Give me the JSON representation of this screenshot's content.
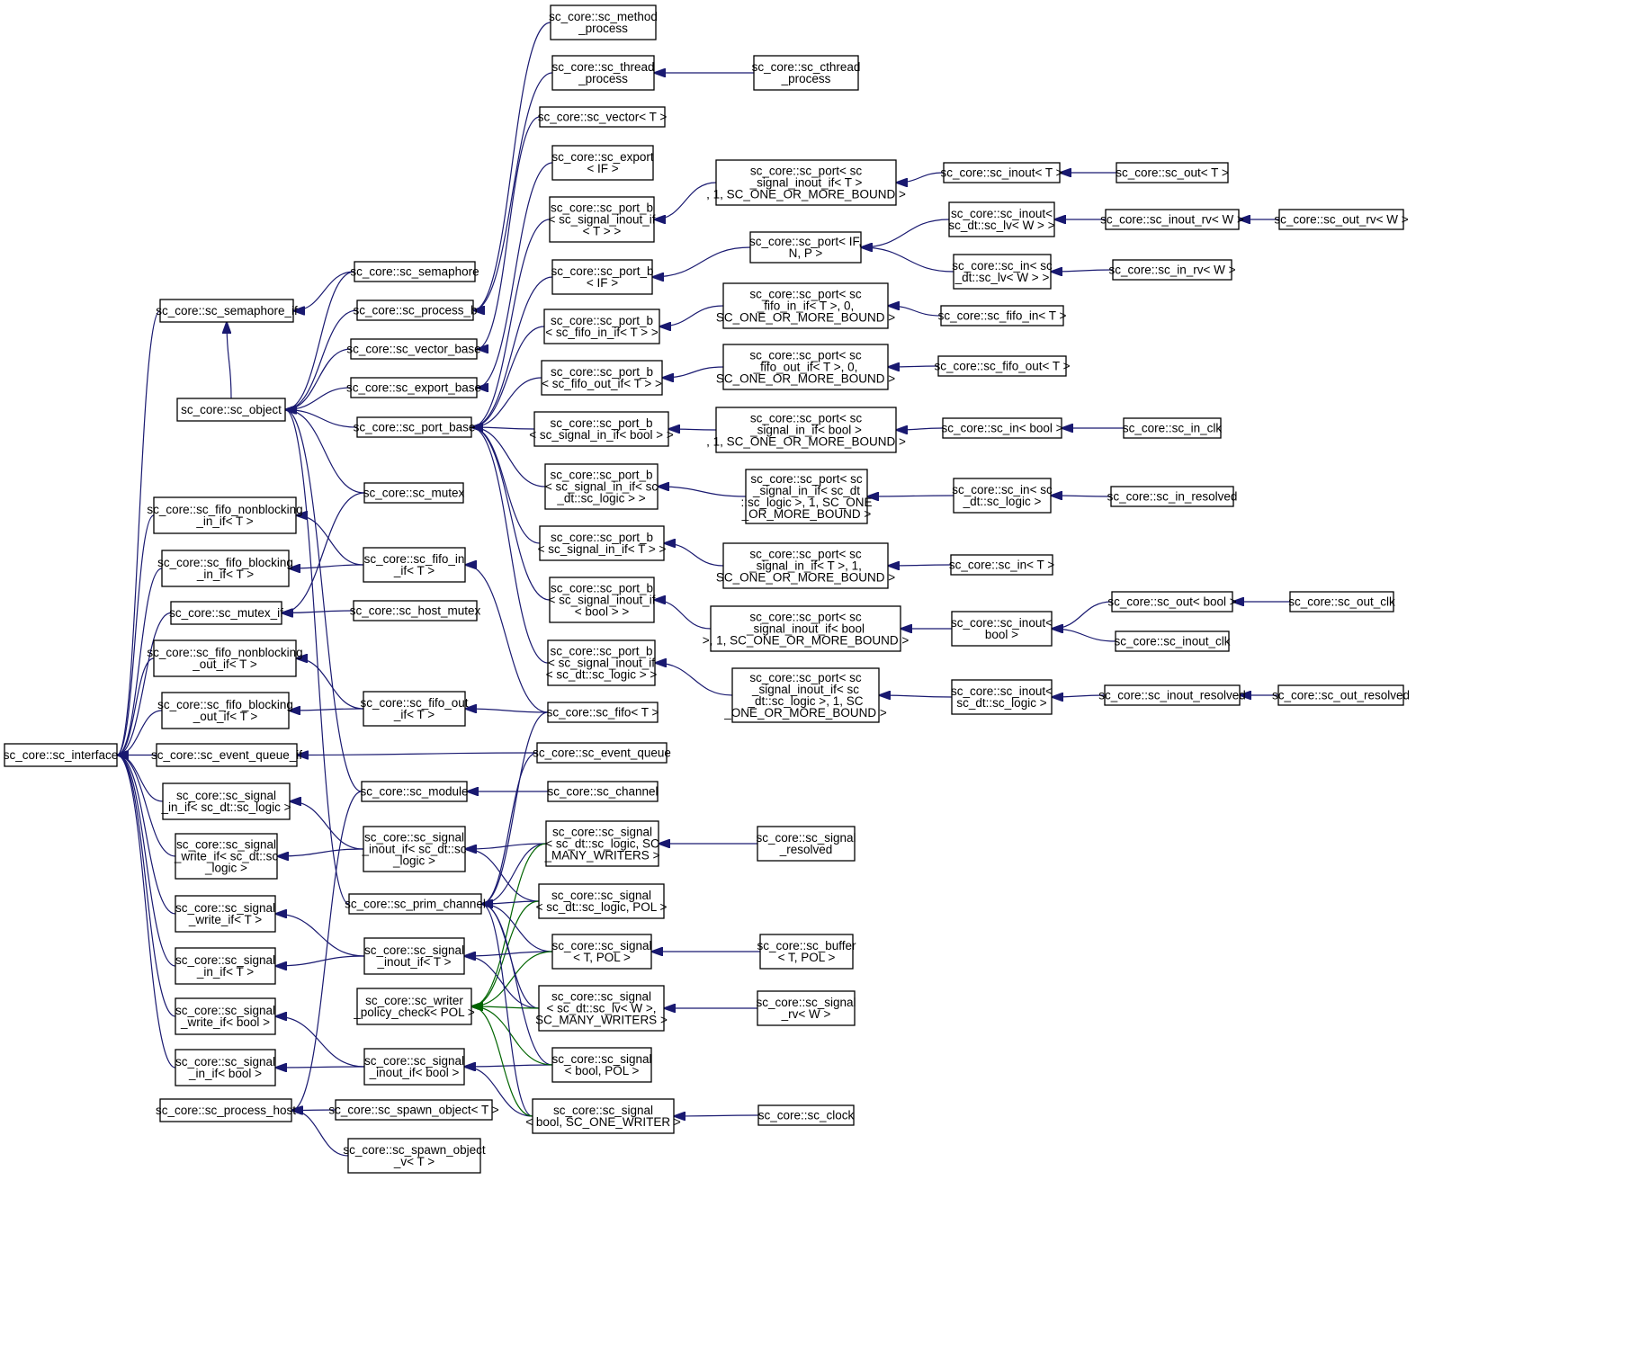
{
  "colors": {
    "inherit": "#191970",
    "template": "#006400",
    "box_stroke": "#000000",
    "text": "#000000"
  },
  "nodes": {
    "iface": [
      "sc_core::sc_interface"
    ],
    "sem_if": [
      "sc_core::sc_semaphore_if"
    ],
    "object": [
      "sc_core::sc_object"
    ],
    "fifo_nb_in_if": [
      "sc_core::sc_fifo_nonblocking",
      "_in_if< T >"
    ],
    "fifo_b_in_if": [
      "sc_core::sc_fifo_blocking",
      "_in_if< T >"
    ],
    "mutex_if": [
      "sc_core::sc_mutex_if"
    ],
    "fifo_nb_out_if": [
      "sc_core::sc_fifo_nonblocking",
      "_out_if< T >"
    ],
    "fifo_b_out_if": [
      "sc_core::sc_fifo_blocking",
      "_out_if< T >"
    ],
    "event_queue_if": [
      "sc_core::sc_event_queue_if"
    ],
    "sig_in_if_logic": [
      "sc_core::sc_signal",
      "_in_if< sc_dt::sc_logic >"
    ],
    "sig_write_if_logic": [
      "sc_core::sc_signal",
      "_write_if< sc_dt::sc",
      "_logic >"
    ],
    "sig_write_if_T": [
      "sc_core::sc_signal",
      "_write_if< T >"
    ],
    "sig_in_if_T": [
      "sc_core::sc_signal",
      "_in_if< T >"
    ],
    "sig_write_if_bool": [
      "sc_core::sc_signal",
      "_write_if< bool >"
    ],
    "sig_in_if_bool": [
      "sc_core::sc_signal",
      "_in_if< bool >"
    ],
    "process_host": [
      "sc_core::sc_process_host"
    ],
    "semaphore": [
      "sc_core::sc_semaphore"
    ],
    "process_b": [
      "sc_core::sc_process_b"
    ],
    "vector_base": [
      "sc_core::sc_vector_base"
    ],
    "export_base": [
      "sc_core::sc_export_base"
    ],
    "port_base": [
      "sc_core::sc_port_base"
    ],
    "mutex": [
      "sc_core::sc_mutex"
    ],
    "fifo_in_if": [
      "sc_core::sc_fifo_in",
      "_if< T >"
    ],
    "host_mutex": [
      "sc_core::sc_host_mutex"
    ],
    "fifo_out_if": [
      "sc_core::sc_fifo_out",
      "_if< T >"
    ],
    "module": [
      "sc_core::sc_module"
    ],
    "sig_inout_if_logic": [
      "sc_core::sc_signal",
      "_inout_if< sc_dt::sc",
      "_logic >"
    ],
    "prim_channel": [
      "sc_core::sc_prim_channel"
    ],
    "sig_inout_if_T": [
      "sc_core::sc_signal",
      "_inout_if< T >"
    ],
    "writer_policy": [
      "sc_core::sc_writer",
      "_policy_check< POL >"
    ],
    "sig_inout_if_bool": [
      "sc_core::sc_signal",
      "_inout_if< bool >"
    ],
    "spawn_object": [
      "sc_core::sc_spawn_object< T >"
    ],
    "spawn_object_v": [
      "sc_core::sc_spawn_object",
      "_v< T >"
    ],
    "method_process": [
      "sc_core::sc_method",
      "_process"
    ],
    "thread_process": [
      "sc_core::sc_thread",
      "_process"
    ],
    "vector": [
      "sc_core::sc_vector< T >"
    ],
    "export": [
      "sc_core::sc_export",
      "< IF >"
    ],
    "port_b_sig_inout_T": [
      "sc_core::sc_port_b",
      "< sc_signal_inout_if",
      "< T > >"
    ],
    "port_b_IF": [
      "sc_core::sc_port_b",
      "< IF >"
    ],
    "port_b_fifo_in": [
      "sc_core::sc_port_b",
      "< sc_fifo_in_if< T > >"
    ],
    "port_b_fifo_out": [
      "sc_core::sc_port_b",
      "< sc_fifo_out_if< T > >"
    ],
    "port_b_sig_in_bool": [
      "sc_core::sc_port_b",
      "< sc_signal_in_if< bool > >"
    ],
    "port_b_sig_in_logic": [
      "sc_core::sc_port_b",
      "< sc_signal_in_if< sc",
      "_dt::sc_logic > >"
    ],
    "port_b_sig_in_T": [
      "sc_core::sc_port_b",
      "< sc_signal_in_if< T > >"
    ],
    "port_b_sig_inout_bool": [
      "sc_core::sc_port_b",
      "< sc_signal_inout_if",
      "< bool > >"
    ],
    "port_b_sig_inout_logic": [
      "sc_core::sc_port_b",
      "< sc_signal_inout_if",
      "< sc_dt::sc_logic > >"
    ],
    "fifo": [
      "sc_core::sc_fifo< T >"
    ],
    "event_queue": [
      "sc_core::sc_event_queue"
    ],
    "channel": [
      "sc_core::sc_channel"
    ],
    "signal_logic_many": [
      "sc_core::sc_signal",
      "< sc_dt::sc_logic, SC",
      "_MANY_WRITERS >"
    ],
    "signal_logic_pol": [
      "sc_core::sc_signal",
      "< sc_dt::sc_logic, POL >"
    ],
    "signal_T_pol": [
      "sc_core::sc_signal",
      "< T, POL >"
    ],
    "signal_lv_many": [
      "sc_core::sc_signal",
      "< sc_dt::sc_lv< W >,",
      "SC_MANY_WRITERS >"
    ],
    "signal_bool_pol": [
      "sc_core::sc_signal",
      "< bool, POL >"
    ],
    "signal_bool_one": [
      "sc_core::sc_signal",
      "< bool, SC_ONE_WRITER >"
    ],
    "cthread_process": [
      "sc_core::sc_cthread",
      "_process"
    ],
    "port_sig_inout_T": [
      "sc_core::sc_port< sc",
      "_signal_inout_if< T >",
      ", 1, SC_ONE_OR_MORE_BOUND >"
    ],
    "port_IF": [
      "sc_core::sc_port< IF,",
      "N, P >"
    ],
    "port_fifo_in": [
      "sc_core::sc_port< sc",
      "_fifo_in_if< T >, 0,",
      "SC_ONE_OR_MORE_BOUND >"
    ],
    "port_fifo_out": [
      "sc_core::sc_port< sc",
      "_fifo_out_if< T >, 0,",
      "SC_ONE_OR_MORE_BOUND >"
    ],
    "port_sig_in_bool": [
      "sc_core::sc_port< sc",
      "_signal_in_if< bool >",
      ", 1, SC_ONE_OR_MORE_BOUND >"
    ],
    "port_sig_in_logic": [
      "sc_core::sc_port< sc",
      "_signal_in_if< sc_dt",
      "::sc_logic >, 1, SC_ONE",
      "_OR_MORE_BOUND >"
    ],
    "port_sig_in_T": [
      "sc_core::sc_port< sc",
      "_signal_in_if< T >, 1,",
      "SC_ONE_OR_MORE_BOUND >"
    ],
    "port_sig_inout_bool": [
      "sc_core::sc_port< sc",
      "_signal_inout_if< bool",
      ">, 1, SC_ONE_OR_MORE_BOUND >"
    ],
    "port_sig_inout_logic": [
      "sc_core::sc_port< sc",
      "_signal_inout_if< sc",
      "_dt::sc_logic >, 1, SC",
      "_ONE_OR_MORE_BOUND >"
    ],
    "signal_resolved": [
      "sc_core::sc_signal",
      "_resolved"
    ],
    "buffer": [
      "sc_core::sc_buffer",
      "< T, POL >"
    ],
    "signal_rv": [
      "sc_core::sc_signal",
      "_rv< W >"
    ],
    "clock": [
      "sc_core::sc_clock"
    ],
    "inout_T": [
      "sc_core::sc_inout< T >"
    ],
    "inout_lv": [
      "sc_core::sc_inout<",
      "sc_dt::sc_lv< W > >"
    ],
    "in_lv": [
      "sc_core::sc_in< sc",
      "_dt::sc_lv< W > >"
    ],
    "fifo_in": [
      "sc_core::sc_fifo_in< T >"
    ],
    "fifo_out": [
      "sc_core::sc_fifo_out< T >"
    ],
    "in_bool": [
      "sc_core::sc_in< bool >"
    ],
    "in_logic": [
      "sc_core::sc_in< sc",
      "_dt::sc_logic >"
    ],
    "in_T": [
      "sc_core::sc_in< T >"
    ],
    "inout_bool": [
      "sc_core::sc_inout<",
      "bool >"
    ],
    "inout_logic": [
      "sc_core::sc_inout<",
      "sc_dt::sc_logic >"
    ],
    "out_T": [
      "sc_core::sc_out< T >"
    ],
    "inout_rv": [
      "sc_core::sc_inout_rv< W >"
    ],
    "in_rv": [
      "sc_core::sc_in_rv< W >"
    ],
    "in_clk": [
      "sc_core::sc_in_clk"
    ],
    "in_resolved": [
      "sc_core::sc_in_resolved"
    ],
    "out_bool": [
      "sc_core::sc_out< bool >"
    ],
    "inout_clk": [
      "sc_core::sc_inout_clk"
    ],
    "inout_resolved": [
      "sc_core::sc_inout_resolved"
    ],
    "out_rv": [
      "sc_core::sc_out_rv< W >"
    ],
    "out_clk": [
      "sc_core::sc_out_clk"
    ],
    "out_resolved": [
      "sc_core::sc_out_resolved"
    ]
  },
  "edges": [
    [
      "sem_if",
      "iface",
      "i"
    ],
    [
      "object",
      "sem_if",
      "i"
    ],
    [
      "fifo_nb_in_if",
      "iface",
      "i"
    ],
    [
      "fifo_b_in_if",
      "iface",
      "i"
    ],
    [
      "mutex_if",
      "iface",
      "i"
    ],
    [
      "fifo_nb_out_if",
      "iface",
      "i"
    ],
    [
      "fifo_b_out_if",
      "iface",
      "i"
    ],
    [
      "event_queue_if",
      "iface",
      "i"
    ],
    [
      "sig_in_if_logic",
      "iface",
      "i"
    ],
    [
      "sig_write_if_logic",
      "iface",
      "i"
    ],
    [
      "sig_write_if_T",
      "iface",
      "i"
    ],
    [
      "sig_in_if_T",
      "iface",
      "i"
    ],
    [
      "sig_write_if_bool",
      "iface",
      "i"
    ],
    [
      "sig_in_if_bool",
      "iface",
      "i"
    ],
    [
      "semaphore",
      "sem_if",
      "i"
    ],
    [
      "semaphore",
      "object",
      "i"
    ],
    [
      "process_b",
      "object",
      "i"
    ],
    [
      "vector_base",
      "object",
      "i"
    ],
    [
      "export_base",
      "object",
      "i"
    ],
    [
      "port_base",
      "object",
      "i"
    ],
    [
      "mutex",
      "object",
      "i"
    ],
    [
      "module",
      "object",
      "i"
    ],
    [
      "prim_channel",
      "object",
      "i"
    ],
    [
      "mutex",
      "mutex_if",
      "i"
    ],
    [
      "host_mutex",
      "mutex_if",
      "i"
    ],
    [
      "fifo_in_if",
      "fifo_nb_in_if",
      "i"
    ],
    [
      "fifo_in_if",
      "fifo_b_in_if",
      "i"
    ],
    [
      "fifo_out_if",
      "fifo_nb_out_if",
      "i"
    ],
    [
      "fifo_out_if",
      "fifo_b_out_if",
      "i"
    ],
    [
      "event_queue",
      "event_queue_if",
      "i"
    ],
    [
      "event_queue",
      "prim_channel",
      "i"
    ],
    [
      "sig_inout_if_logic",
      "sig_in_if_logic",
      "i"
    ],
    [
      "sig_inout_if_logic",
      "sig_write_if_logic",
      "i"
    ],
    [
      "sig_inout_if_T",
      "sig_write_if_T",
      "i"
    ],
    [
      "sig_inout_if_T",
      "sig_in_if_T",
      "i"
    ],
    [
      "sig_inout_if_bool",
      "sig_write_if_bool",
      "i"
    ],
    [
      "sig_inout_if_bool",
      "sig_in_if_bool",
      "i"
    ],
    [
      "module",
      "process_host",
      "i"
    ],
    [
      "spawn_object",
      "process_host",
      "i"
    ],
    [
      "spawn_object_v",
      "process_host",
      "i"
    ],
    [
      "method_process",
      "process_b",
      "i"
    ],
    [
      "thread_process",
      "process_b",
      "i"
    ],
    [
      "cthread_process",
      "thread_process",
      "i"
    ],
    [
      "vector",
      "vector_base",
      "i"
    ],
    [
      "export",
      "export_base",
      "i"
    ],
    [
      "port_b_sig_inout_T",
      "port_base",
      "i"
    ],
    [
      "port_b_IF",
      "port_base",
      "i"
    ],
    [
      "port_b_fifo_in",
      "port_base",
      "i"
    ],
    [
      "port_b_fifo_out",
      "port_base",
      "i"
    ],
    [
      "port_b_sig_in_bool",
      "port_base",
      "i"
    ],
    [
      "port_b_sig_in_logic",
      "port_base",
      "i"
    ],
    [
      "port_b_sig_in_T",
      "port_base",
      "i"
    ],
    [
      "port_b_sig_inout_bool",
      "port_base",
      "i"
    ],
    [
      "port_b_sig_inout_logic",
      "port_base",
      "i"
    ],
    [
      "fifo",
      "fifo_in_if",
      "i"
    ],
    [
      "fifo",
      "fifo_out_if",
      "i"
    ],
    [
      "fifo",
      "prim_channel",
      "i"
    ],
    [
      "channel",
      "module",
      "i"
    ],
    [
      "signal_logic_many",
      "sig_inout_if_logic",
      "i"
    ],
    [
      "signal_logic_many",
      "prim_channel",
      "i"
    ],
    [
      "signal_logic_many",
      "writer_policy",
      "t"
    ],
    [
      "signal_logic_pol",
      "sig_inout_if_logic",
      "i"
    ],
    [
      "signal_logic_pol",
      "prim_channel",
      "i"
    ],
    [
      "signal_logic_pol",
      "writer_policy",
      "t"
    ],
    [
      "signal_T_pol",
      "sig_inout_if_T",
      "i"
    ],
    [
      "signal_T_pol",
      "prim_channel",
      "i"
    ],
    [
      "signal_T_pol",
      "writer_policy",
      "t"
    ],
    [
      "signal_lv_many",
      "sig_inout_if_T",
      "i"
    ],
    [
      "signal_lv_many",
      "prim_channel",
      "i"
    ],
    [
      "signal_lv_many",
      "writer_policy",
      "t"
    ],
    [
      "signal_bool_pol",
      "sig_inout_if_bool",
      "i"
    ],
    [
      "signal_bool_pol",
      "prim_channel",
      "i"
    ],
    [
      "signal_bool_pol",
      "writer_policy",
      "t"
    ],
    [
      "signal_bool_one",
      "sig_inout_if_bool",
      "i"
    ],
    [
      "signal_bool_one",
      "prim_channel",
      "i"
    ],
    [
      "signal_bool_one",
      "writer_policy",
      "t"
    ],
    [
      "port_sig_inout_T",
      "port_b_sig_inout_T",
      "i"
    ],
    [
      "port_IF",
      "port_b_IF",
      "i"
    ],
    [
      "port_fifo_in",
      "port_b_fifo_in",
      "i"
    ],
    [
      "port_fifo_out",
      "port_b_fifo_out",
      "i"
    ],
    [
      "port_sig_in_bool",
      "port_b_sig_in_bool",
      "i"
    ],
    [
      "port_sig_in_logic",
      "port_b_sig_in_logic",
      "i"
    ],
    [
      "port_sig_in_T",
      "port_b_sig_in_T",
      "i"
    ],
    [
      "port_sig_inout_bool",
      "port_b_sig_inout_bool",
      "i"
    ],
    [
      "port_sig_inout_logic",
      "port_b_sig_inout_logic",
      "i"
    ],
    [
      "signal_resolved",
      "signal_logic_many",
      "i"
    ],
    [
      "buffer",
      "signal_T_pol",
      "i"
    ],
    [
      "signal_rv",
      "signal_lv_many",
      "i"
    ],
    [
      "clock",
      "signal_bool_one",
      "i"
    ],
    [
      "inout_T",
      "port_sig_inout_T",
      "i"
    ],
    [
      "inout_lv",
      "port_IF",
      "i"
    ],
    [
      "in_lv",
      "port_IF",
      "i"
    ],
    [
      "fifo_in",
      "port_fifo_in",
      "i"
    ],
    [
      "fifo_out",
      "port_fifo_out",
      "i"
    ],
    [
      "in_bool",
      "port_sig_in_bool",
      "i"
    ],
    [
      "in_logic",
      "port_sig_in_logic",
      "i"
    ],
    [
      "in_T",
      "port_sig_in_T",
      "i"
    ],
    [
      "inout_bool",
      "port_sig_inout_bool",
      "i"
    ],
    [
      "inout_logic",
      "port_sig_inout_logic",
      "i"
    ],
    [
      "out_T",
      "inout_T",
      "i"
    ],
    [
      "inout_rv",
      "inout_lv",
      "i"
    ],
    [
      "in_rv",
      "in_lv",
      "i"
    ],
    [
      "in_clk",
      "in_bool",
      "i"
    ],
    [
      "in_resolved",
      "in_logic",
      "i"
    ],
    [
      "out_bool",
      "inout_bool",
      "i"
    ],
    [
      "inout_clk",
      "inout_bool",
      "i"
    ],
    [
      "inout_resolved",
      "inout_logic",
      "i"
    ],
    [
      "out_rv",
      "inout_rv",
      "i"
    ],
    [
      "out_clk",
      "out_bool",
      "i"
    ],
    [
      "out_resolved",
      "inout_resolved",
      "i"
    ]
  ]
}
